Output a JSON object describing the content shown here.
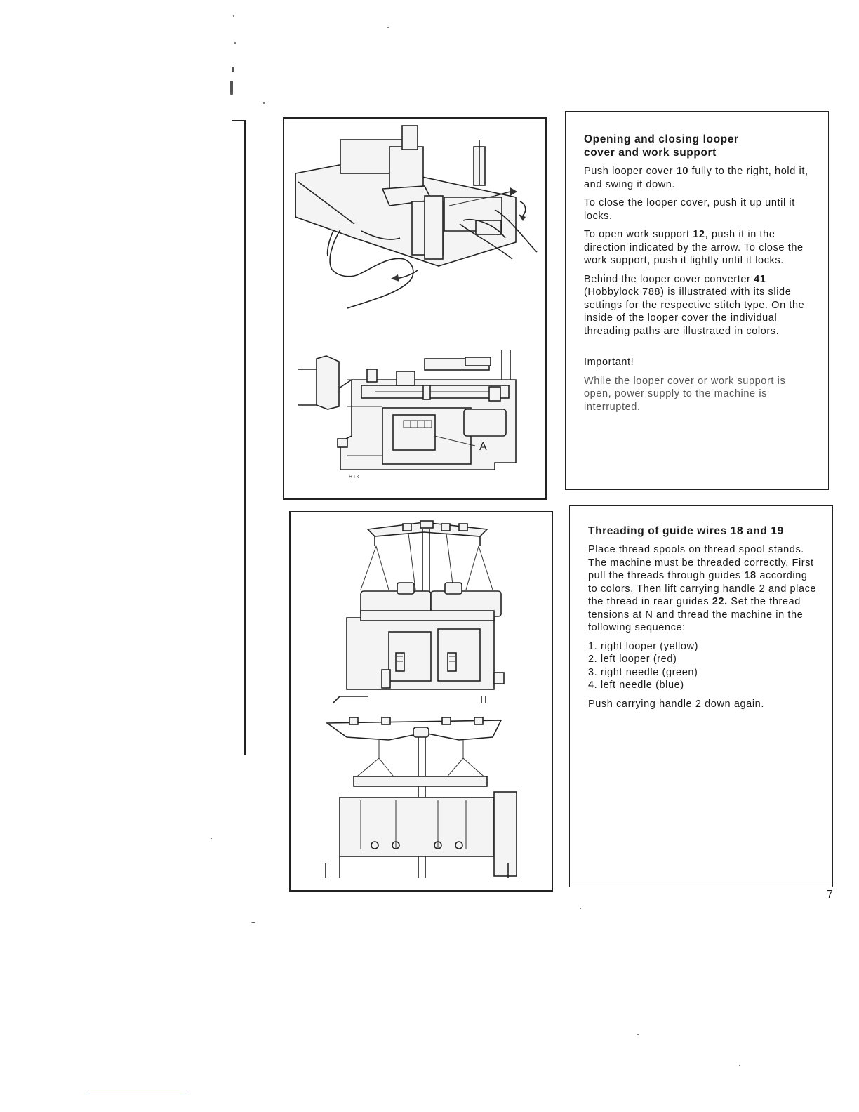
{
  "section1": {
    "heading": "Opening and closing looper cover and work support",
    "p1_a": "Push looper cover ",
    "p1_num": "10",
    "p1_b": " fully to the right, hold it, and swing it down.",
    "p2": "To close the looper cover, push it up until it locks.",
    "p3_a": "To open work support ",
    "p3_num": "12",
    "p3_b": ", push it in the direction indicated by the arrow. To close the work support, push it lightly until it locks.",
    "p4_a": "Behind the looper cover converter ",
    "p4_num": "41",
    "p4_b": " (Hobbylock 788) is illustrated with its slide settings for the respective stitch type. On the inside of the looper cover the individual threading paths are illustrated in colors.",
    "important_heading": "Important!",
    "important_text": "While the looper cover or work support is open, power supply to the machine is interrupted."
  },
  "section2": {
    "heading": "Threading of guide wires 18 and 19",
    "p1_a": "Place thread spools on thread spool stands. The machine must be threaded correctly. First pull the threads through guides ",
    "p1_num18": "18",
    "p1_b": " according to colors. Then lift carrying handle 2 and place the thread in rear guides ",
    "p1_num22": "22.",
    "p1_c": " Set the thread tensions at N and thread the machine in the following sequence:",
    "list": [
      "1. right looper (yellow)",
      "2. left looper (red)",
      "3. right needle (green)",
      "4. left needle (blue)"
    ],
    "p2": "Push carrying handle 2 down again."
  },
  "illustrations": {
    "fig1_label_A": "A",
    "fig1_tiny_text": "H I k"
  },
  "page_number": "7"
}
